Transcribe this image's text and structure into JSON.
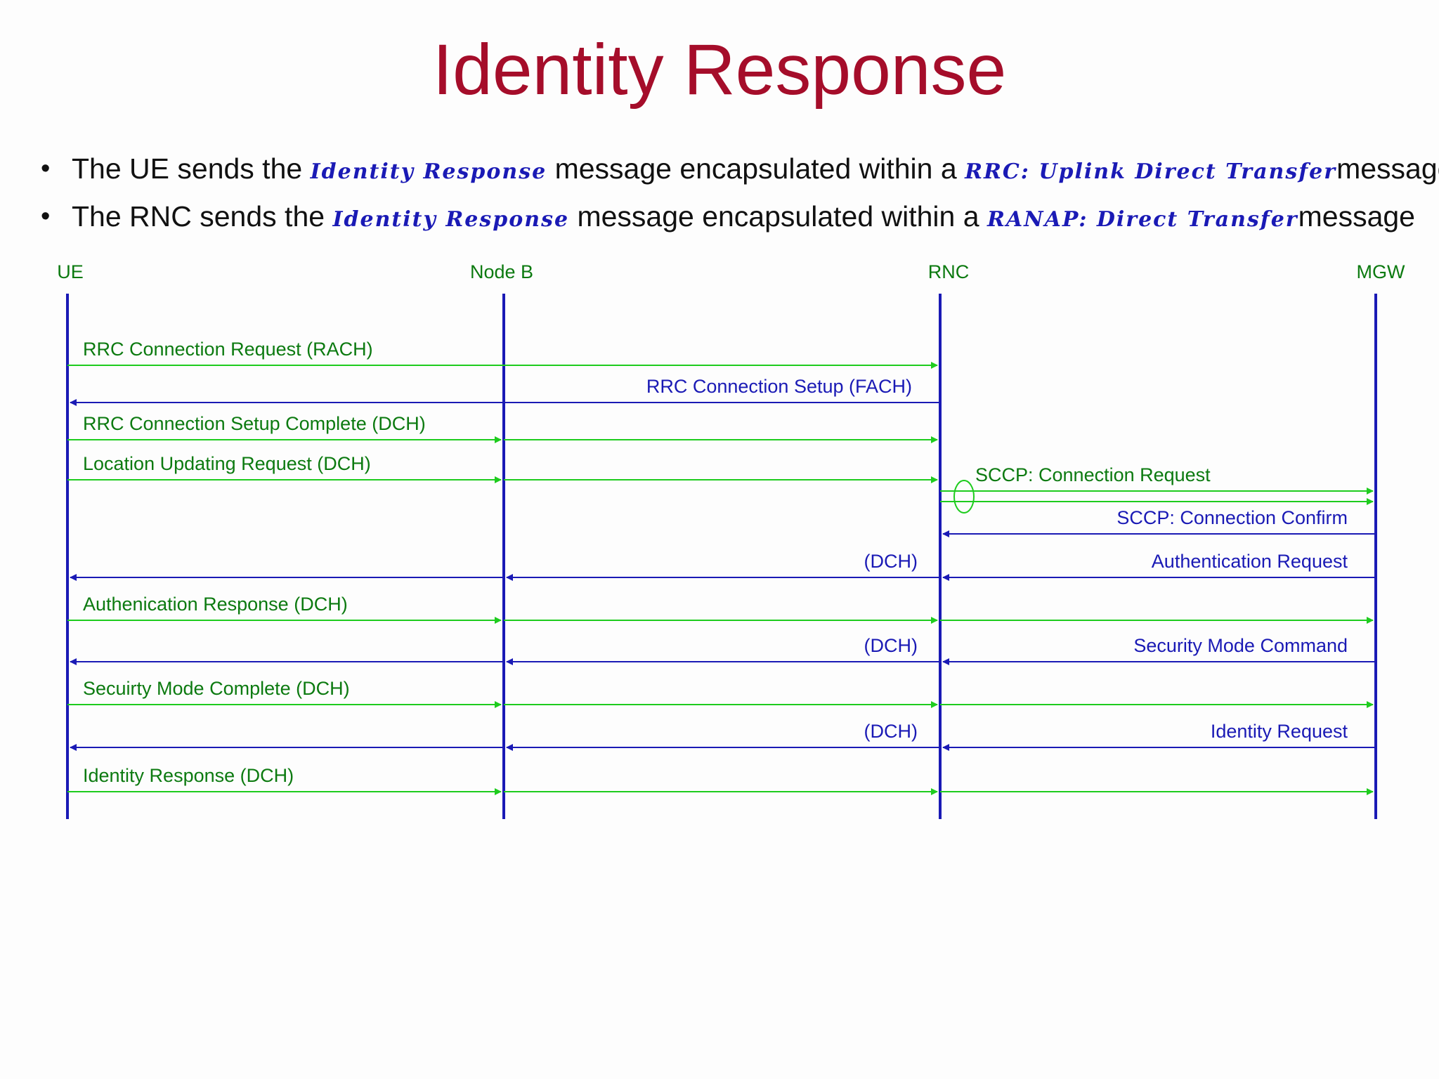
{
  "title": "Identity Response",
  "bullets": [
    {
      "prefix": "The UE sends the",
      "term1": "Identity Response",
      "middle": "message encapsulated within a",
      "term2": "RRC: Uplink Direct Transfer",
      "suffix": "message"
    },
    {
      "prefix": "The RNC sends the",
      "term1": "Identity Response",
      "middle": "message encapsulated within a",
      "term2": "RANAP: Direct Transfer",
      "suffix": "message"
    }
  ],
  "colors": {
    "title": "#a50d2a",
    "uplink": "#1ecc1e",
    "uplink_text": "#0c7a10",
    "downlink": "#1a1ab5",
    "lifeline": "#1a1ab5"
  },
  "entities": [
    "UE",
    "Node B",
    "RNC",
    "MGW"
  ],
  "messages": [
    {
      "direction": "up",
      "path": [
        "UE",
        "RNC"
      ],
      "label": "RRC Connection Request (RACH)",
      "label_side": "left"
    },
    {
      "direction": "down",
      "path": [
        "RNC",
        "UE"
      ],
      "label": "RRC Connection Setup (FACH)",
      "label_side": "right"
    },
    {
      "direction": "up",
      "path": [
        "UE",
        "Node B",
        "RNC"
      ],
      "label": "RRC Connection Setup Complete (DCH)",
      "label_side": "left"
    },
    {
      "direction": "up",
      "path": [
        "UE",
        "Node B",
        "RNC"
      ],
      "label": "Location Updating Request (DCH)",
      "label_side": "left"
    },
    {
      "direction": "up",
      "path": [
        "RNC",
        "MGW"
      ],
      "label": "SCCP: Connection Request",
      "label_side": "left",
      "double": true
    },
    {
      "direction": "down",
      "path": [
        "MGW",
        "RNC"
      ],
      "label": "SCCP: Connection Confirm",
      "label_side": "right"
    },
    {
      "direction": "down",
      "path": [
        "MGW",
        "RNC",
        "Node B",
        "UE"
      ],
      "label": "Authentication Request",
      "label_side": "right",
      "mid_label": "(DCH)"
    },
    {
      "direction": "up",
      "path": [
        "UE",
        "Node B",
        "RNC",
        "MGW"
      ],
      "label": "Authenication Response (DCH)",
      "label_side": "left"
    },
    {
      "direction": "down",
      "path": [
        "MGW",
        "RNC",
        "Node B",
        "UE"
      ],
      "label": "Security Mode Command",
      "label_side": "right",
      "mid_label": "(DCH)"
    },
    {
      "direction": "up",
      "path": [
        "UE",
        "Node B",
        "RNC",
        "MGW"
      ],
      "label": "Secuirty Mode Complete (DCH)",
      "label_side": "left"
    },
    {
      "direction": "down",
      "path": [
        "MGW",
        "RNC",
        "Node B",
        "UE"
      ],
      "label": "Identity Request",
      "label_side": "right",
      "mid_label": "(DCH)"
    },
    {
      "direction": "up",
      "path": [
        "UE",
        "Node B",
        "RNC",
        "MGW"
      ],
      "label": "Identity Response (DCH)",
      "label_side": "left"
    }
  ]
}
